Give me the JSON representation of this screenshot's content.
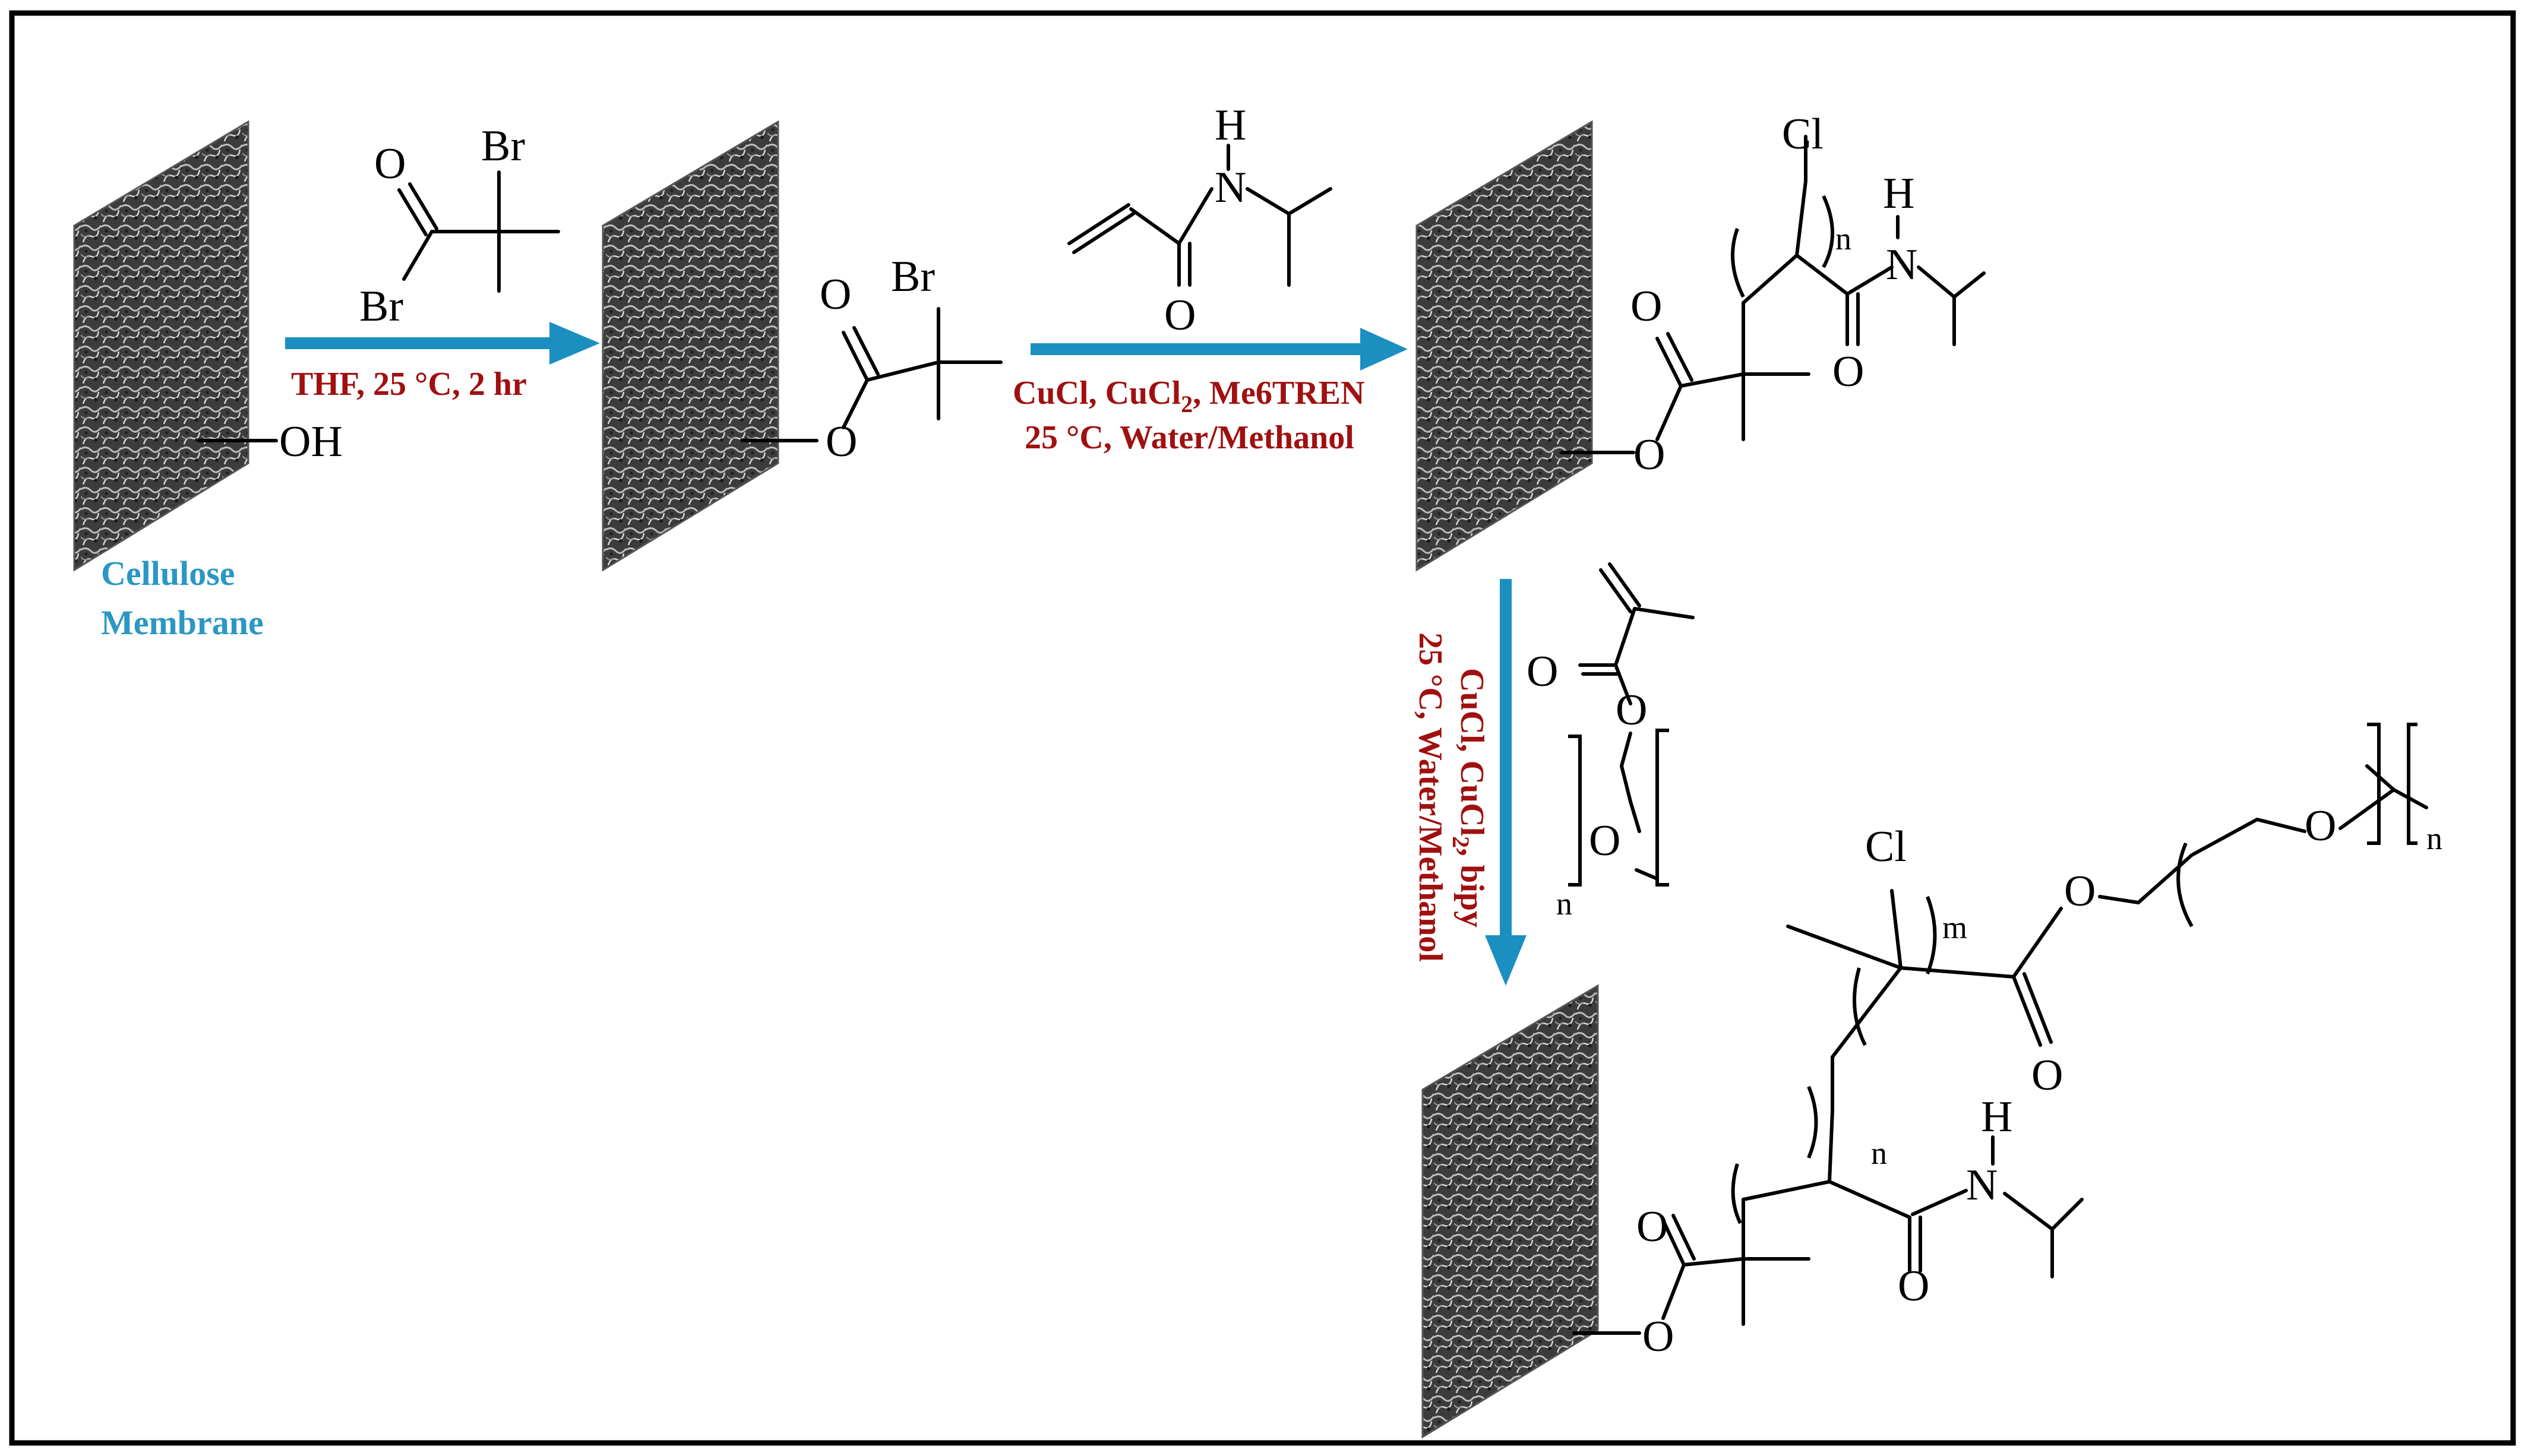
{
  "colors": {
    "arrow": "#1b8fc0",
    "condition_text": "#a01010",
    "membrane_label": "#2a97c4",
    "membrane_fill": "#4a4a4a",
    "frame": "#000000"
  },
  "membrane": {
    "label_line1": "Cellulose",
    "label_line2": "Membrane"
  },
  "atoms": {
    "oh": "OH",
    "o": "O",
    "br": "Br",
    "cl": "Cl",
    "n": "N",
    "h": "H",
    "n_sub": "n",
    "m_sub": "m"
  },
  "steps": [
    {
      "label": "step-1",
      "conditions": [
        "THF,  25 °C, 2 hr"
      ]
    },
    {
      "label": "step-2",
      "conditions": [
        "CuCl, CuCl",
        "2",
        ", Me6TREN",
        "25 °C, Water/Methanol"
      ]
    },
    {
      "label": "step-3",
      "conditions": [
        "CuCl, CuCl",
        "2",
        ", bipy",
        "25 °C, Water/Methanol"
      ]
    }
  ]
}
